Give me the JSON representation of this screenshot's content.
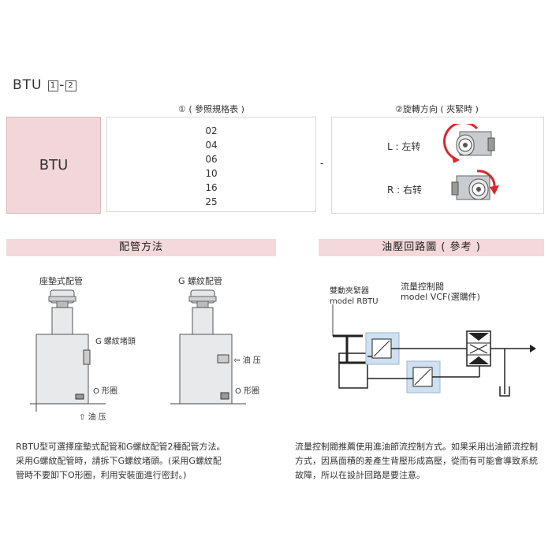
{
  "header": {
    "model_prefix": "BTU",
    "slot1": "1",
    "dash": "-",
    "slot2": "2"
  },
  "spec_table": {
    "col1_header": "① ( 參照規格表 )",
    "col2_header": "②旋轉方向 ( 夾緊時 )",
    "model_cell": "BTU",
    "codes": [
      "02",
      "04",
      "06",
      "10",
      "16",
      "25"
    ],
    "separator": "-",
    "directions": [
      {
        "label": "L : 左转"
      },
      {
        "label": "R : 右转"
      }
    ]
  },
  "piping": {
    "band_title": "配管方法",
    "left_label": "座墊式配管",
    "right_label": "G 螺紋配管",
    "callout_g_plug": "G 螺紋堵頭",
    "callout_oring_left": "O 形圈",
    "callout_oil_bottom": "油 压",
    "callout_oil_side": "油 压",
    "callout_oring_right": "O 形圈",
    "description": [
      "RBTU型可選擇座墊式配管和G螺紋配管2種配管方法。",
      "采用G螺紋配管時，請拆下G螺紋堵頭。(采用G螺紋配",
      "管時不要卸下O形圈，利用安裝面進行密封。)"
    ]
  },
  "circuit": {
    "band_title": "油壓回路圖 ( 參考 )",
    "actuator_label_1": "雙動夾緊器",
    "actuator_label_2": "model RBTU",
    "valve_label_1": "流量控制閥",
    "valve_label_2": "model VCF(選購件)",
    "description": [
      "流量控制閥推薦使用進油節流控制方式。如果采用出油節流控制",
      "方式，因爲面積的差產生背壓形成高壓，從而有可能會導致系統",
      "故障，所以在設計回路是要注意。"
    ]
  },
  "colors": {
    "pink": "#f3d6d9",
    "arrow_red": "#d9262b",
    "valve_blue": "#cfe0ef"
  }
}
